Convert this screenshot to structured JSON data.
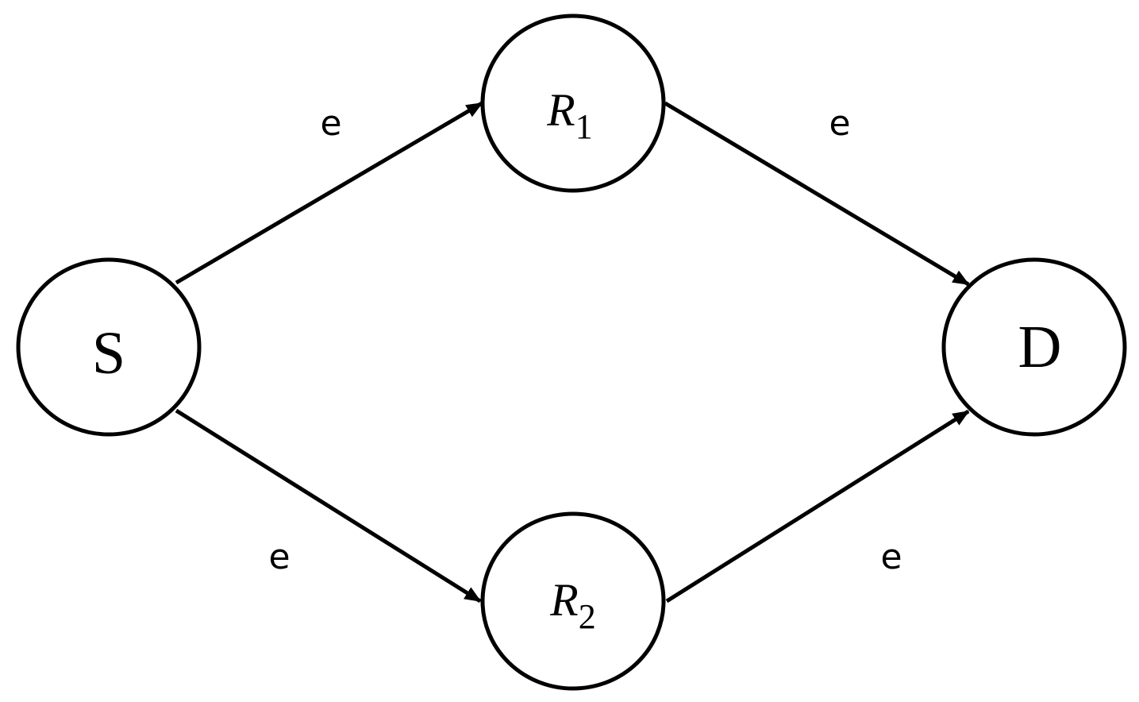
{
  "colors": {
    "stroke": "#000000",
    "background": "#ffffff"
  },
  "nodes": {
    "S": {
      "label": "S"
    },
    "R1": {
      "label": "R",
      "subscript": "1"
    },
    "R2": {
      "label": "R",
      "subscript": "2"
    },
    "D": {
      "label": "D"
    }
  },
  "edges": {
    "S_R1": {
      "from": "S",
      "to": "R1",
      "label": "e"
    },
    "R1_D": {
      "from": "R1",
      "to": "D",
      "label": "e"
    },
    "S_R2": {
      "from": "S",
      "to": "R2",
      "label": "e"
    },
    "R2_D": {
      "from": "R2",
      "to": "D",
      "label": "e"
    }
  }
}
